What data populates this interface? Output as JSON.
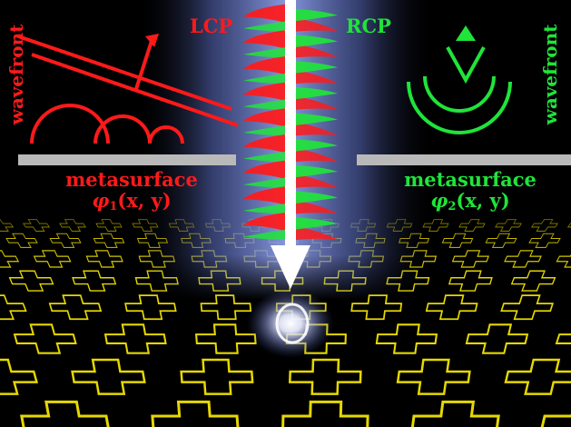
{
  "labels": {
    "lcp": "LCP",
    "rcp": "RCP",
    "wavefront_left": "wavefront",
    "wavefront_right": "wavefront",
    "metasurface_left": "metasurface",
    "metasurface_right": "metasurface",
    "phase_left": {
      "symbol": "φ",
      "index": "1",
      "args": "(x, y)"
    },
    "phase_right": {
      "symbol": "φ",
      "index": "2",
      "args": "(x, y)"
    }
  },
  "colors": {
    "background": "#000000",
    "lcp": "#ff1a1a",
    "rcp": "#1fe43a",
    "metasurface_bar": "#b9b9b9",
    "beam": "#7f8fd6",
    "arrow": "#ffffff",
    "unit_cell": "#e6d800"
  },
  "icons": {
    "unit_cell": "cross-shaped-unit-cell"
  }
}
